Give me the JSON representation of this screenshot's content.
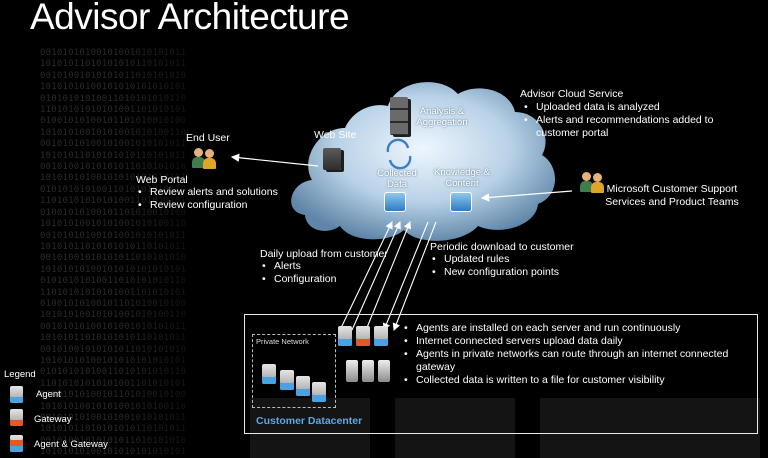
{
  "title": "Advisor Architecture",
  "cloud_service": {
    "heading": "Advisor Cloud Service",
    "bullets": [
      "Uploaded data is analyzed",
      "Alerts and recommendations added to customer portal"
    ]
  },
  "end_user": "End User",
  "web_portal": {
    "heading": "Web Portal",
    "bullets": [
      "Review alerts and solutions",
      "Review configuration"
    ]
  },
  "cloud_nodes": {
    "web_site": "Web Site",
    "analysis": "Analysis & Aggregation",
    "collected": "Collected Data",
    "knowledge": "Knowledge & Content"
  },
  "microsoft": "Microsoft Customer Support Services and Product Teams",
  "daily_upload": {
    "heading": "Daily upload from customer",
    "bullets": [
      "Alerts",
      "Configuration"
    ]
  },
  "periodic_download": {
    "heading": "Periodic download to customer",
    "bullets": [
      "Updated rules",
      "New configuration points"
    ]
  },
  "datacenter": {
    "title": "Customer Datacenter",
    "private_network": "Private Network",
    "bullets": [
      "Agents are installed on each server and run continuously",
      "Internet connected servers upload data daily",
      "Agents in private networks can route through an internet connected gateway",
      "Collected data is written to a file for customer visibility"
    ]
  },
  "legend": {
    "heading": "Legend",
    "items": [
      "Agent",
      "Gateway",
      "Agent & Gateway"
    ]
  },
  "colors": {
    "cloud": "#c9dcec",
    "agent": "#4aa3e0",
    "gateway": "#e0582b",
    "background": "#000000"
  }
}
